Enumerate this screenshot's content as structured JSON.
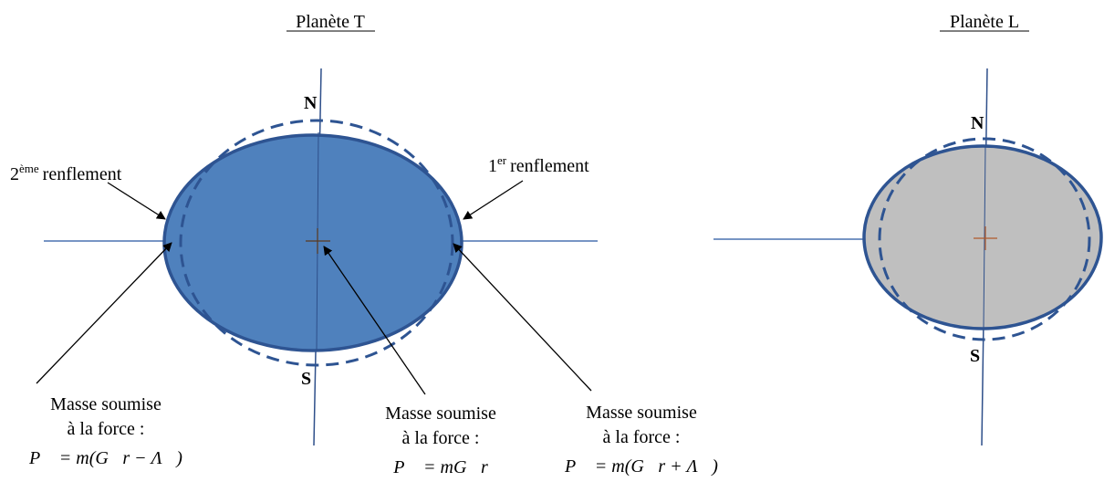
{
  "left_planet": {
    "title": "Planète T",
    "north": "N",
    "south": "S",
    "fill_color": "#4f81bd",
    "stroke_color": "#2e5492",
    "bulge_left": {
      "sup": "ème",
      "text": "renflement",
      "number": "2"
    },
    "bulge_right": {
      "sup": "er",
      "text": "renflement",
      "number": "1"
    },
    "mass_left": {
      "line1": "Masse soumise",
      "line2": "à la force :",
      "formula": "P⃗ = m(G⃗r − Λ⃗)"
    },
    "mass_center": {
      "line1": "Masse soumise",
      "line2": "à la force :",
      "formula": "P⃗ = mG⃗r"
    },
    "mass_right": {
      "line1": "Masse soumise",
      "line2": "à la force :",
      "formula": "P⃗ = m(G⃗r + Λ⃗)"
    }
  },
  "right_planet": {
    "title": "Planète L",
    "north": "N",
    "south": "S",
    "fill_color": "#bfbfbf",
    "stroke_color": "#2e5492"
  },
  "colors": {
    "axis": "#4a72b0",
    "cross": "#7a4a2a"
  }
}
